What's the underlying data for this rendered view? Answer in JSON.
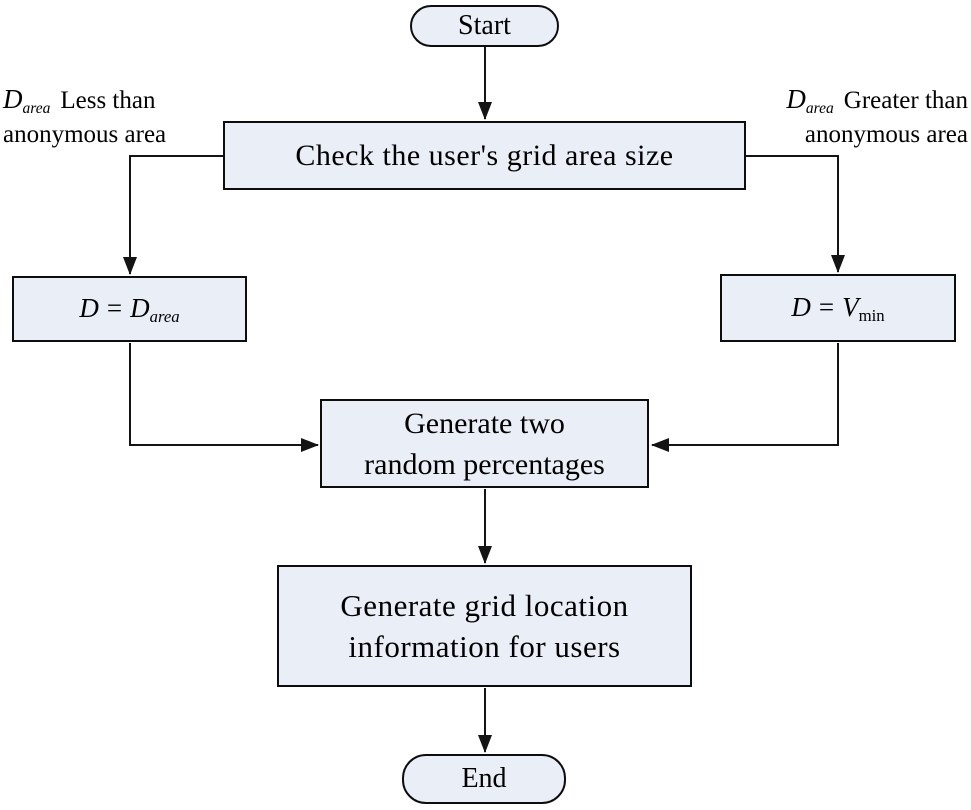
{
  "flowchart": {
    "colors": {
      "node_fill": "#e9eef7",
      "node_border": "#0d0d0d",
      "connector": "#141414",
      "background": "#ffffff",
      "text": "#000000"
    },
    "start": {
      "label": "Start"
    },
    "check": {
      "label": "Check the user's grid area size"
    },
    "left_branch": {
      "symbol": "D",
      "symbol_sub": "area",
      "condition": "Less than",
      "condition_line2": "anonymous area"
    },
    "right_branch": {
      "symbol": "D",
      "symbol_sub": "area",
      "condition": "Greater than",
      "condition_line2": "anonymous area"
    },
    "assign_left": {
      "lhs": "D",
      "op": "=",
      "rhs": "D",
      "rhs_sub": "area"
    },
    "assign_right": {
      "lhs": "D",
      "op": "=",
      "rhs": "V",
      "rhs_sub": "min"
    },
    "random": {
      "line1": "Generate two",
      "line2": "random percentages"
    },
    "grid_location": {
      "line1": "Generate grid location",
      "line2": "information for users"
    },
    "end": {
      "label": "End"
    }
  }
}
